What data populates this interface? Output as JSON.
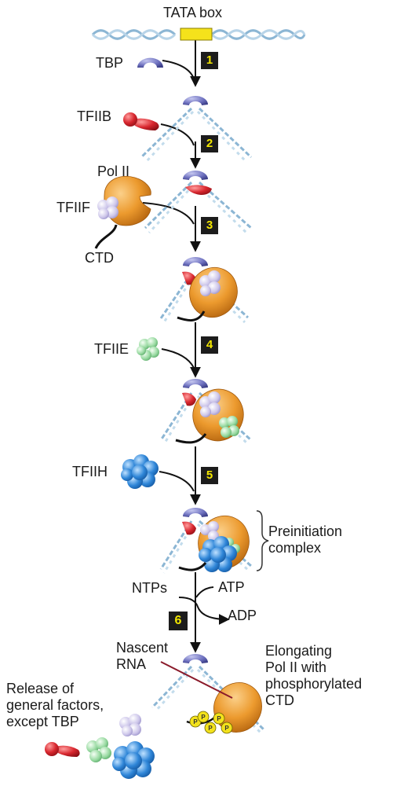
{
  "labels": {
    "tata_box": "TATA box",
    "tbp": "TBP",
    "tfiib": "TFIIB",
    "pol_ii": "Pol II",
    "tfiif": "TFIIF",
    "ctd": "CTD",
    "tfiie": "TFIIE",
    "tfiih": "TFIIH",
    "preinitiation_line1": "Preinitiation",
    "preinitiation_line2": "complex",
    "ntps": "NTPs",
    "atp": "ATP",
    "adp": "ADP",
    "nascent_line1": "Nascent",
    "nascent_line2": "RNA",
    "elong_line1": "Elongating",
    "elong_line2": "Pol II with",
    "elong_line3": "phosphorylated",
    "elong_line4": "CTD",
    "release_line1": "Release of",
    "release_line2": "general factors,",
    "release_line3": "except TBP",
    "phospho": "P"
  },
  "steps": [
    "1",
    "2",
    "3",
    "4",
    "5",
    "6"
  ],
  "colors": {
    "tbp": "#6f72c0",
    "tfiib": "#d8262e",
    "pol_ii": "#e9962a",
    "tfiif": "#c9c2e6",
    "tfiie": "#8fd39a",
    "tfiih": "#2f86d8",
    "tata_box": "#f5e21b",
    "dna": "#9fc3dc",
    "phosphate": "#f3e21c",
    "step_box": "#1c1c1c",
    "step_text": "#f2e600"
  }
}
